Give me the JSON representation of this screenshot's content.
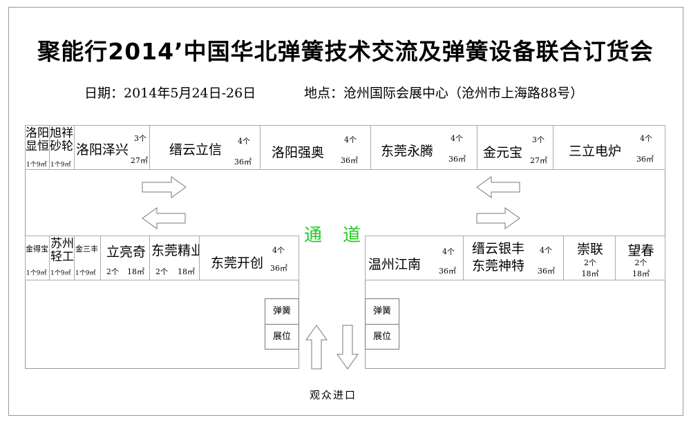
{
  "title": "聚能行2014’中国华北弹簧技术交流及弹簧设备联合订货会",
  "date": "日期：2014年5月24日-26日",
  "venue": "地点：沧州国际会展中心（沧州市上海路88号）",
  "top_row": [
    {
      "name": "洛阳显恒",
      "count": "1个",
      "area": "9㎡"
    },
    {
      "name": "旭祥砂轮",
      "count": "1个",
      "area": "9㎡"
    },
    {
      "name": "洛阳泽兴",
      "count": "3个",
      "area": "27㎡"
    },
    {
      "name": "缙云立信",
      "count": "4个",
      "area": "36㎡"
    },
    {
      "name": "洛阳强奥",
      "count": "4个",
      "area": "36㎡"
    },
    {
      "name": "东莞永腾",
      "count": "4个",
      "area": "36㎡"
    },
    {
      "name": "金元宝",
      "count": "3个",
      "area": "27㎡"
    },
    {
      "name": "三立电炉",
      "count": "4个",
      "area": "36㎡"
    }
  ],
  "bottom_left": [
    {
      "name": "金得宝",
      "count": "1个",
      "area": "9㎡"
    },
    {
      "name": "苏州轻工",
      "count": "1个",
      "area": "9㎡"
    },
    {
      "name": "金三丰",
      "count": "1个",
      "area": "9㎡"
    },
    {
      "name": "立亮奇",
      "count": "2个",
      "area": "18㎡"
    },
    {
      "name": "东莞精业",
      "count": "2个",
      "area": "18㎡"
    },
    {
      "name": "东莞开创",
      "count": "4个",
      "area": "36㎡"
    }
  ],
  "bottom_right": [
    {
      "name": "温州江南",
      "count": "4个",
      "area": "36㎡"
    },
    {
      "name": "缙云银丰",
      "name2": "东莞神特",
      "count": "4个",
      "area": "36㎡"
    },
    {
      "name": "崇联",
      "count": "2个",
      "area": "18㎡"
    },
    {
      "name": "望春",
      "count": "2个",
      "area": "18㎡"
    }
  ],
  "spring_booth": {
    "line1": "弹簧",
    "line2": "展位"
  },
  "passage": "通道",
  "entrance": "观众进口",
  "colors": {
    "passage": "#22cc22",
    "lines": "#999999"
  }
}
